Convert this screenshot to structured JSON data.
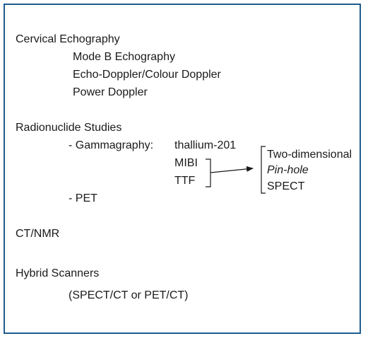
{
  "sections": {
    "cervical": {
      "heading": "Cervical Echography",
      "items": [
        "Mode B Echography",
        "Echo-Doppler/Colour Doppler",
        "Power Doppler"
      ]
    },
    "radionuclide": {
      "heading": "Radionuclide Studies",
      "gammagraphy_label": "- Gammagraphy:",
      "tracers": [
        "thallium-201",
        "MIBI",
        "TTF"
      ],
      "modes": [
        "Two-dimensional",
        "Pin-hole",
        "SPECT"
      ],
      "pet_label": "- PET"
    },
    "ct": {
      "heading": "CT/NMR"
    },
    "hybrid": {
      "heading": "Hybrid Scanners",
      "detail": "(SPECT/CT or PET/CT)"
    }
  },
  "colors": {
    "border": "#1f5b8f",
    "text": "#1a1a1a"
  }
}
